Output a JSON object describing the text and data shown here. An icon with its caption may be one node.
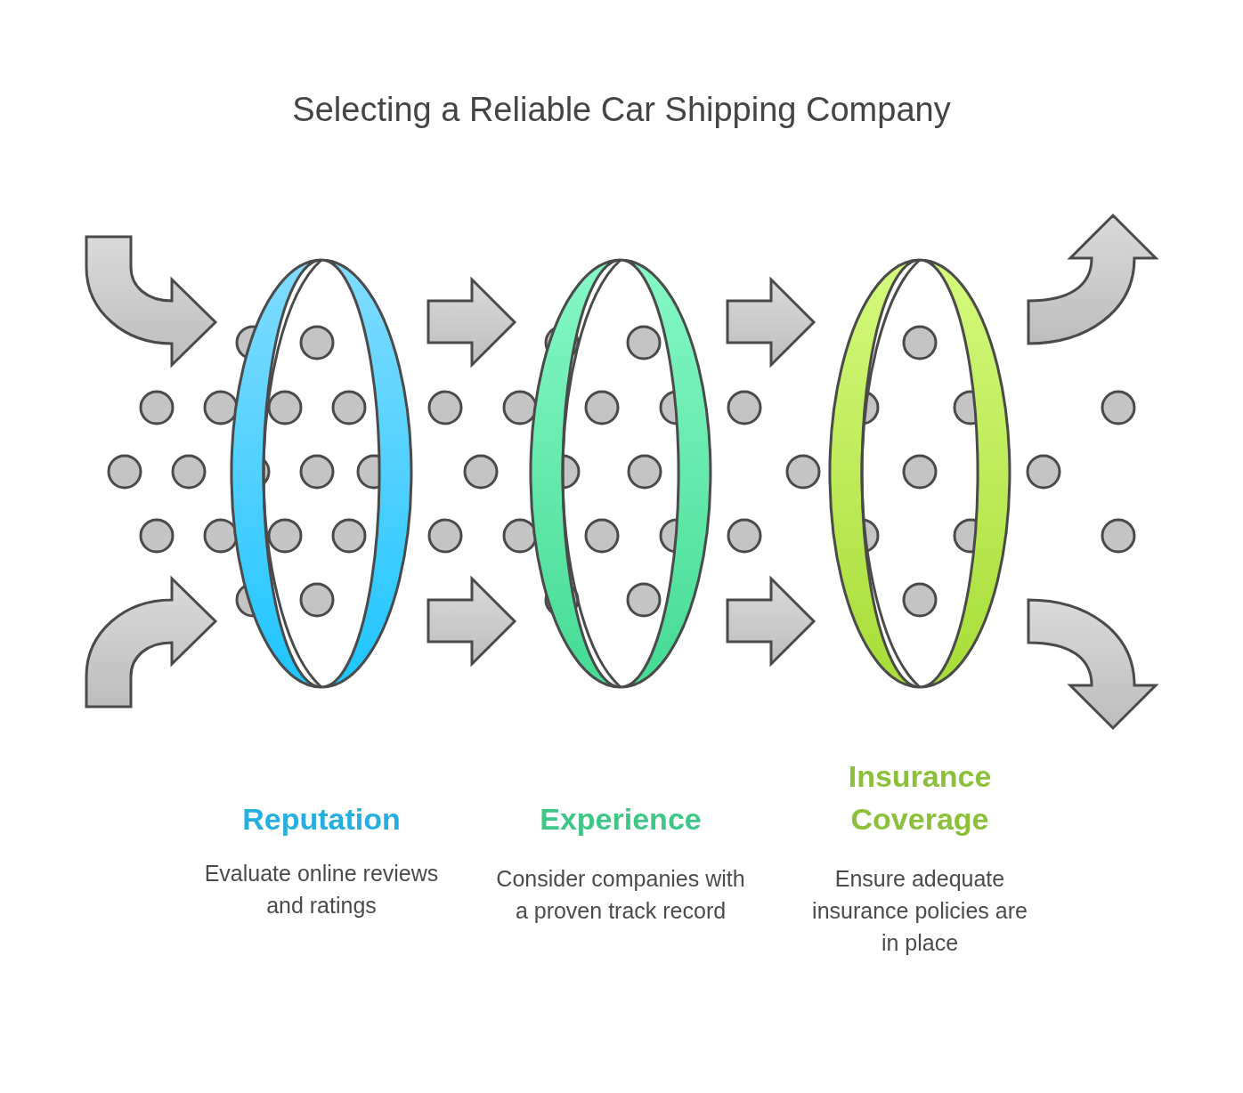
{
  "diagram": {
    "title": "Selecting a Reliable Car Shipping Company",
    "nodes": [
      {
        "text": [
          "Reputation"
        ]
      },
      {
        "text": [
          "Experience"
        ]
      },
      {
        "text": [
          "Insurance Coverage"
        ]
      }
    ],
    "edges": [
      {
        "from": null,
        "to": 0,
        "arrow": "to"
      },
      {
        "from": null,
        "to": 0,
        "arrow": "to"
      },
      {
        "from": 0,
        "to": 1,
        "arrow": "to"
      },
      {
        "from": 0,
        "to": 1,
        "arrow": "to"
      },
      {
        "from": 1,
        "to": 2,
        "arrow": "to"
      },
      {
        "from": 1,
        "to": 2,
        "arrow": "to"
      },
      {
        "from": 2,
        "to": null,
        "arrow": "to"
      },
      {
        "from": 2,
        "to": null,
        "arrow": "to"
      }
    ],
    "labels": [
      "Evaluate online reviews and ratings",
      "Consider companies with a proven track record",
      "Ensure adequate insurance policies are in place"
    ]
  }
}
